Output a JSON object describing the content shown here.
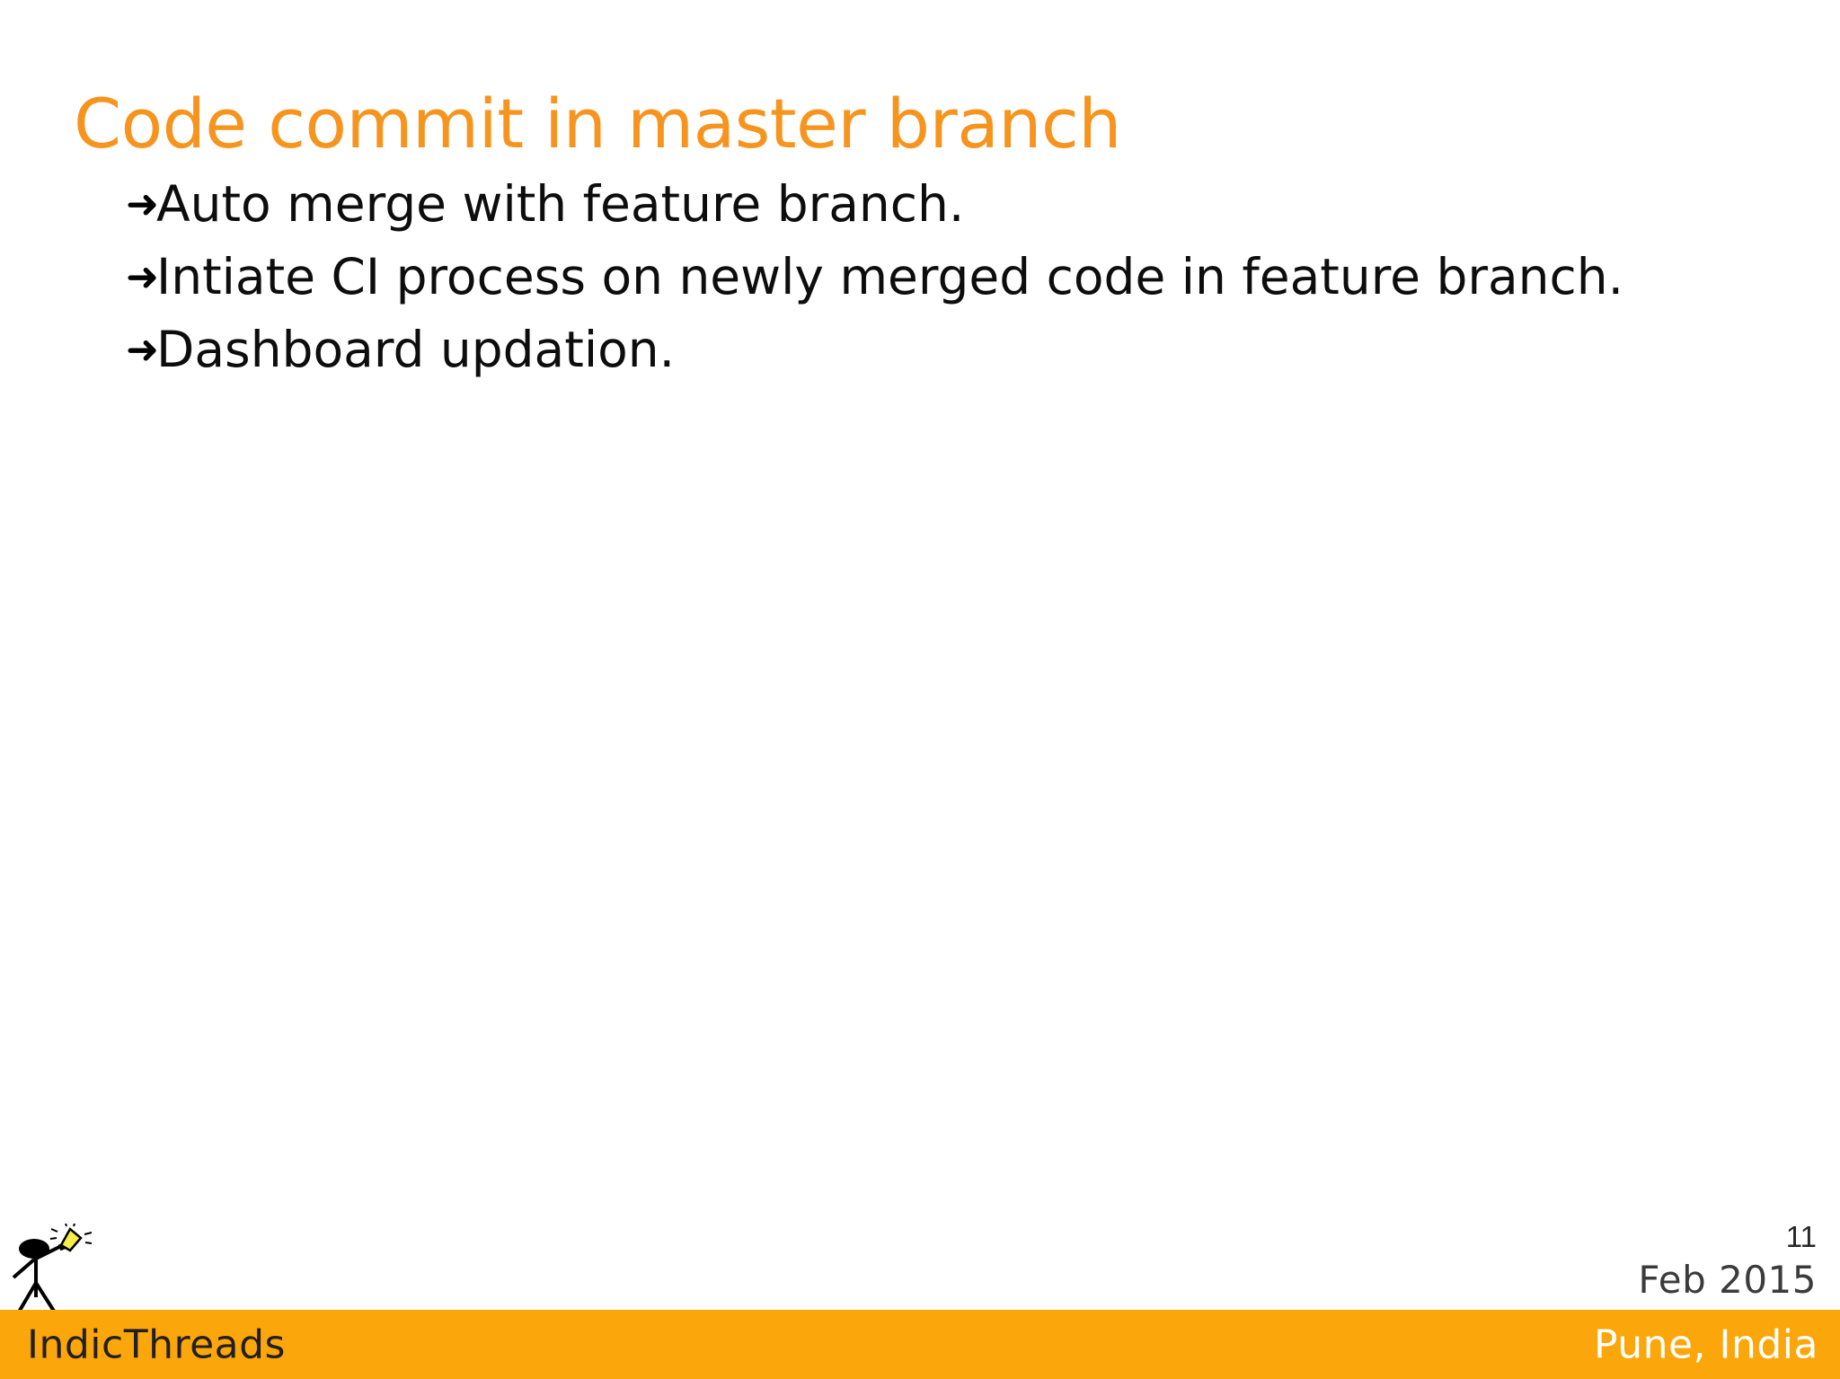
{
  "slide": {
    "title": "Code commit in master branch",
    "title_color": "#F7941E",
    "background_color": "#FFFFFF",
    "bullet_marker": "➜",
    "bullet_marker_icon": "arrow-right-icon",
    "bullets": [
      {
        "text": "Auto merge with feature branch."
      },
      {
        "text": "Intiate CI process on newly merged code in feature branch."
      },
      {
        "text": "Dashboard updation."
      }
    ]
  },
  "footer": {
    "brand": "IndicThreads",
    "location": "Pune, India",
    "bar_color": "#FBA60A",
    "brand_color": "#231F20",
    "location_color": "#FFFFFF",
    "logo_icon": "stick-figure-with-lightbulb-icon"
  },
  "meta": {
    "page_number": "11",
    "date": "Feb 2015"
  }
}
